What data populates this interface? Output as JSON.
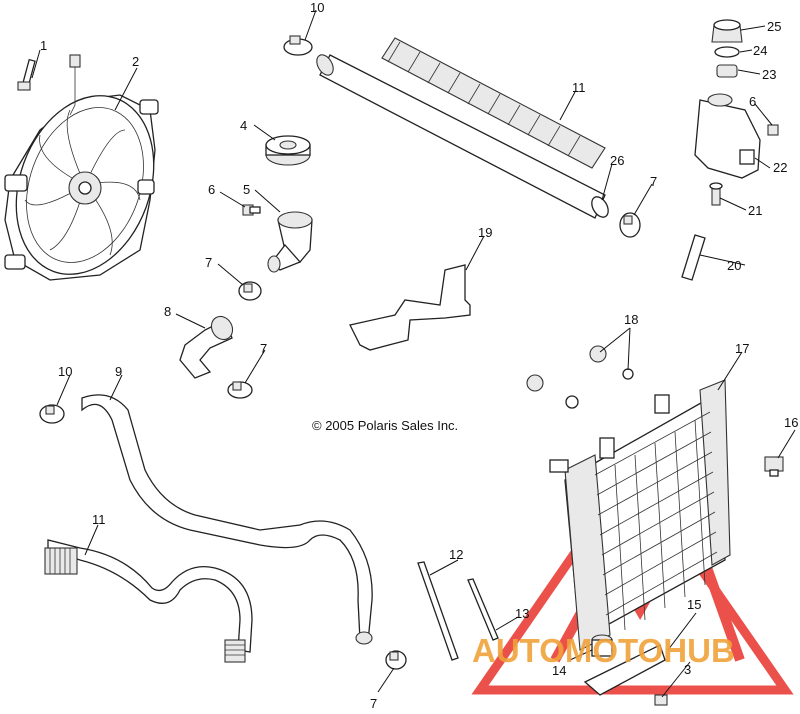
{
  "copyright": "© 2005 Polaris Sales Inc.",
  "watermark": {
    "text": "AUTOMOTOHUB",
    "red": "#e8332b",
    "orange": "#f0a23a",
    "gray": "#8a8a8a"
  },
  "callouts": {
    "c1": "1",
    "c2": "2",
    "c3": "3",
    "c4": "4",
    "c5": "5",
    "c6a": "6",
    "c6b": "6",
    "c7a": "7",
    "c7b": "7",
    "c7c": "7",
    "c7d": "7",
    "c8": "8",
    "c9": "9",
    "c10a": "10",
    "c10b": "10",
    "c11a": "11",
    "c11b": "11",
    "c12": "12",
    "c13": "13",
    "c14": "14",
    "c15": "15",
    "c16": "16",
    "c17": "17",
    "c18": "18",
    "c19": "19",
    "c20": "20",
    "c21": "21",
    "c22": "22",
    "c23": "23",
    "c24": "24",
    "c25": "25",
    "c26": "26"
  }
}
